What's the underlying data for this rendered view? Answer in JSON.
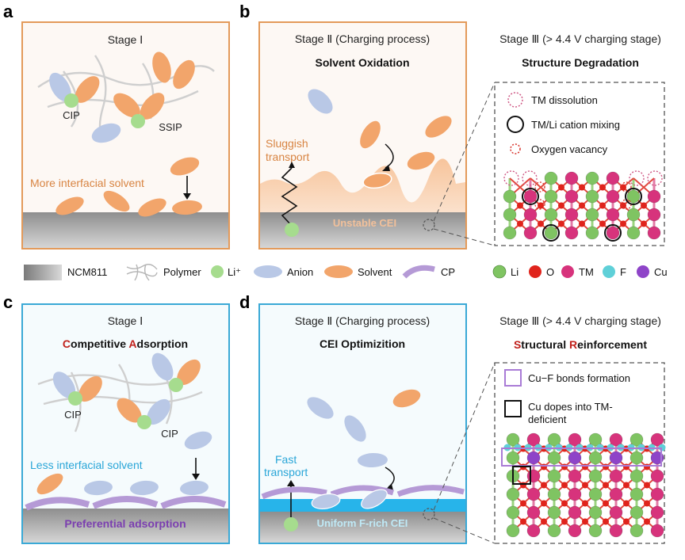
{
  "panels": {
    "a": {
      "letter": "a",
      "stage": "Stage Ⅰ",
      "labels": {
        "cip": "CIP",
        "ssip": "SSIP",
        "interfacial": "More interfacial solvent"
      }
    },
    "b": {
      "letter": "b",
      "stage2": "Stage Ⅱ (Charging process)",
      "title2": "Solvent Oxidation",
      "stage3": "Stage Ⅲ (> 4.4 V charging stage)",
      "title3": "Structure Degradation",
      "transport_line1": "Sluggish",
      "transport_line2": "transport",
      "cei": "Unstable CEI",
      "legend": {
        "tm_dissolution": "TM dissolution",
        "cation_mixing": "TM/Li cation mixing",
        "oxygen_vacancy": "Oxygen vacancy"
      }
    },
    "c": {
      "letter": "c",
      "stage": "Stage Ⅰ",
      "title_c1": "C",
      "title_rest1": "ompetitive ",
      "title_a": "A",
      "title_rest2": "dsorption",
      "labels": {
        "cip1": "CIP",
        "cip2": "CIP",
        "interfacial": "Less interfacial solvent",
        "preferential": "Preferential adsorption"
      }
    },
    "d": {
      "letter": "d",
      "stage2": "Stage Ⅱ (Charging process)",
      "title2": "CEI Optimizition",
      "stage3": "Stage Ⅲ (> 4.4 V charging stage)",
      "title3_s": "S",
      "title3_rest1": "tructural ",
      "title3_r": "R",
      "title3_rest2": "einforcement",
      "transport_line1": "Fast",
      "transport_line2": "transport",
      "cei": "Uniform F-rich CEI",
      "legend": {
        "cuf": "Cu−F bonds formation",
        "cu_dope_line1": "Cu dopes into TM-",
        "cu_dope_line2": "deficient"
      }
    }
  },
  "legend": {
    "ncm": "NCM811",
    "polymer": "Polymer",
    "li_ion": "Li⁺",
    "anion": "Anion",
    "solvent": "Solvent",
    "cp": "CP",
    "li": "Li",
    "o": "O",
    "tm": "TM",
    "f": "F",
    "cu": "Cu"
  },
  "colors": {
    "orange_border": "#e39a5a",
    "blue_border": "#3aa9d6",
    "solvent": "#f2a56b",
    "anion": "#b9c8e6",
    "li_ion": "#a6dc8e",
    "polymer": "#cfcfcf",
    "cp": "#b59ad6",
    "li_atom": "#7fc462",
    "o_atom": "#e0241c",
    "tm_atom": "#d7337c",
    "f_atom": "#5fd0d8",
    "cu_atom": "#8e44c8",
    "cei_unstable": "#f7c7a0",
    "cei_uniform": "#27b4ea",
    "dark_red": "#c0201b",
    "purple_text": "#7b3fb0",
    "cyan_text": "#2aa6d8"
  }
}
